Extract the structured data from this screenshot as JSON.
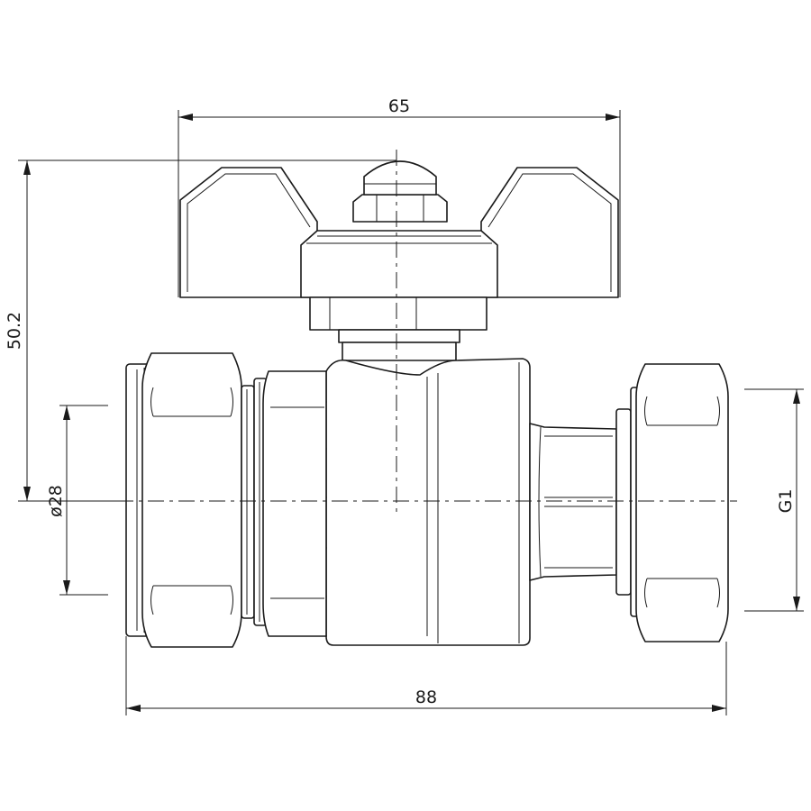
{
  "dimensions": {
    "handle_width": "65",
    "overall_height": "50.2",
    "pipe_diameter": "ø28",
    "thread_size": "G1",
    "overall_length": "88"
  }
}
